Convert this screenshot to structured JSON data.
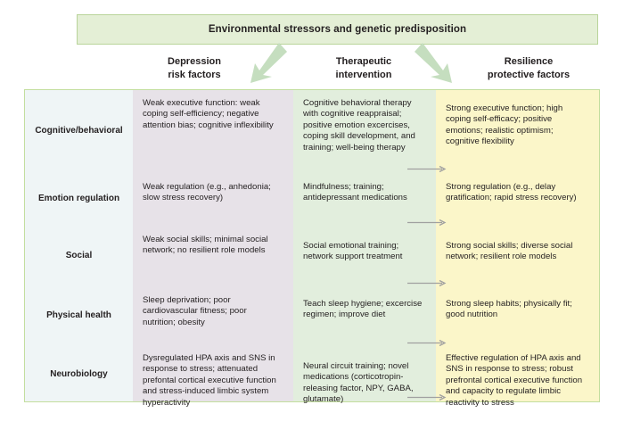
{
  "banner": {
    "text": "Environmental stressors and genetic predisposition"
  },
  "arrows": {
    "left_big": "arrow-down-left",
    "right_big": "arrow-down-right",
    "row_connector": "arrow-right"
  },
  "colors": {
    "banner_fill": "#e4efd6",
    "banner_border": "#b9d49a",
    "big_arrow": "#c5debf",
    "table_border": "#c3de9f",
    "col_label_fill": "#eff5f6",
    "col_risk_fill": "#e7e2e8",
    "col_therapy_fill": "#e2eedd",
    "col_resilience_fill": "#fbf6c9",
    "mini_arrow": "#a0a0a0",
    "text": "#231f20"
  },
  "columns": {
    "label": "",
    "risk": "Depression\nrisk factors",
    "therapy": "Therapeutic\nintervention",
    "resilience": "Resilience\nprotective factors"
  },
  "rows": [
    {
      "label": "Cognitive/behavioral",
      "risk": "Weak executive function: weak coping self-efficiency; negative attention bias; cognitive inflexibility",
      "therapy": "Cognitive behavioral therapy with cognitive reappraisal; positive emotion excercises, coping skill development, and training; well-being therapy",
      "resilience": "Strong executive function; high coping self-efficacy; positive emotions; realistic optimism; cognitive flexibility"
    },
    {
      "label": "Emotion regulation",
      "risk": "Weak regulation (e.g., anhedonia; slow stress recovery)",
      "therapy": "Mindfulness; training; antidepressant medications",
      "resilience": "Strong regulation (e.g., delay gratification; rapid stress recovery)"
    },
    {
      "label": "Social",
      "risk": "Weak social skills; minimal social network; no resilient role models",
      "therapy": "Social emotional training; network support treatment",
      "resilience": "Strong social skills; diverse social network; resilient role models"
    },
    {
      "label": "Physical health",
      "risk": "Sleep deprivation; poor cardiovascular fitness; poor nutrition; obesity",
      "therapy": "Teach sleep hygiene; excercise regimen; improve diet",
      "resilience": "Strong sleep habits; physically fit; good nutrition"
    },
    {
      "label": "Neurobiology",
      "risk": "Dysregulated HPA axis and SNS in response to stress; attenuated prefontal cortical executive function and stress-induced limbic system hyperactivity",
      "therapy": "Neural circuit training; novel medications (corticotropin-releasing factor, NPY, GABA, glutamate)",
      "resilience": "Effective regulation of HPA axis and SNS in response to stress; robust prefrontal cortical executive function and capacity to regulate limbic reactivity to stress"
    }
  ]
}
